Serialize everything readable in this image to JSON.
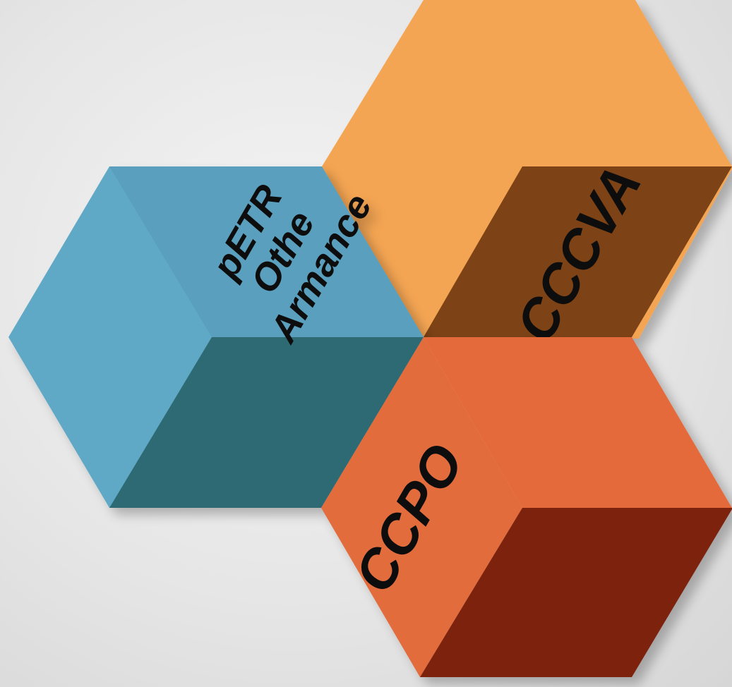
{
  "cubes": [
    {
      "id": "blue",
      "lines": [
        "pETR",
        "Othe",
        "Armance"
      ],
      "colors": {
        "top": "#5a9fbd",
        "left": "#5fa9c7",
        "front": "#2f6b73",
        "shade": "#66adc8"
      }
    },
    {
      "id": "orange",
      "lines": [
        "CCCVA"
      ],
      "colors": {
        "top": "#f4a552",
        "front": "#7d4212"
      }
    },
    {
      "id": "red",
      "lines": [
        "CCPO"
      ],
      "colors": {
        "top": "#e56a3a",
        "left": "#e36c3d",
        "front": "#7c2410"
      }
    }
  ]
}
